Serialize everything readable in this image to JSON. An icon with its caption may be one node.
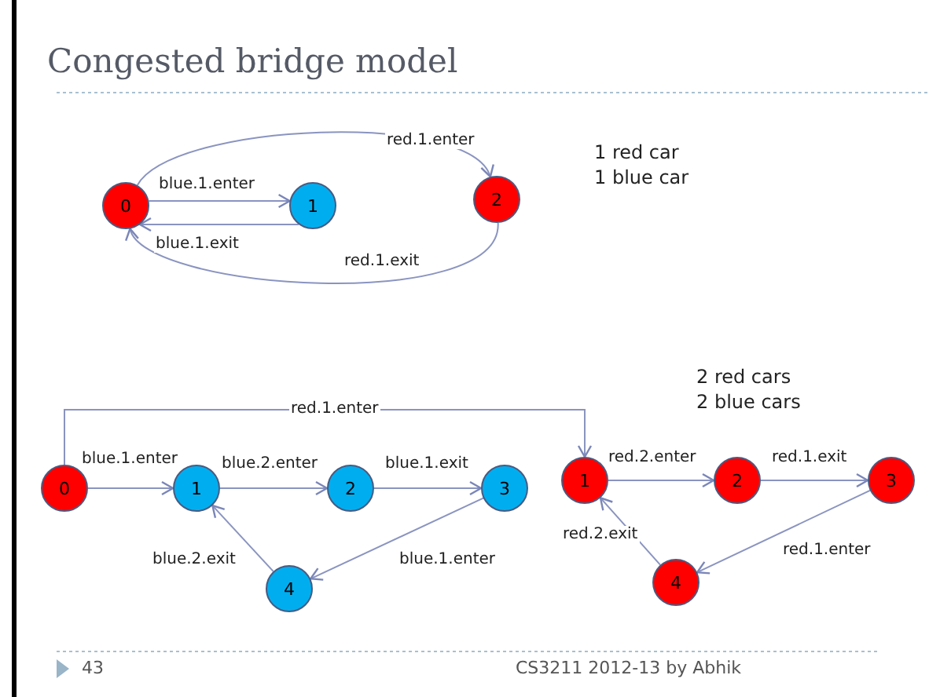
{
  "diagram": {
    "title": "Congested bridge model",
    "nodes": [
      {
        "text": [
          "0"
        ]
      },
      {
        "text": [
          "1"
        ]
      },
      {
        "text": [
          "2"
        ]
      },
      {
        "text": [
          "0"
        ]
      },
      {
        "text": [
          "1"
        ]
      },
      {
        "text": [
          "2"
        ]
      },
      {
        "text": [
          "3"
        ]
      },
      {
        "text": [
          "4"
        ]
      },
      {
        "text": [
          "1"
        ]
      },
      {
        "text": [
          "2"
        ]
      },
      {
        "text": [
          "3"
        ]
      },
      {
        "text": [
          "4"
        ]
      }
    ],
    "edges": [
      {
        "from": 0,
        "to": 1,
        "arrow": "to",
        "label": "blue.1.enter"
      },
      {
        "from": 1,
        "to": 0,
        "arrow": "to",
        "label": "blue.1.exit"
      },
      {
        "from": 0,
        "to": 2,
        "arrow": "to",
        "label": "red.1.enter"
      },
      {
        "from": 2,
        "to": 0,
        "arrow": "to",
        "label": "red.1.exit"
      },
      {
        "from": 3,
        "to": 8,
        "arrow": "to",
        "label": "red.1.enter"
      },
      {
        "from": 3,
        "to": 4,
        "arrow": "to",
        "label": "blue.1.enter"
      },
      {
        "from": 4,
        "to": 5,
        "arrow": "to",
        "label": "blue.2.enter"
      },
      {
        "from": 5,
        "to": 6,
        "arrow": "to",
        "label": "blue.1.exit"
      },
      {
        "from": 6,
        "to": 7,
        "arrow": "to",
        "label": "blue.1.enter"
      },
      {
        "from": 7,
        "to": 4,
        "arrow": "to",
        "label": "blue.2.exit"
      },
      {
        "from": 8,
        "to": 9,
        "arrow": "to",
        "label": "red.2.enter"
      },
      {
        "from": 9,
        "to": 10,
        "arrow": "to",
        "label": "red.1.exit"
      },
      {
        "from": 10,
        "to": 11,
        "arrow": "to",
        "label": "red.1.enter"
      },
      {
        "from": 11,
        "to": 8,
        "arrow": "to",
        "label": "red.2.exit"
      }
    ],
    "labels": [
      "1 red car",
      "1 blue car",
      "2 red cars",
      "2 blue cars",
      "43",
      "CS3211 2012-13 by Abhik"
    ]
  }
}
